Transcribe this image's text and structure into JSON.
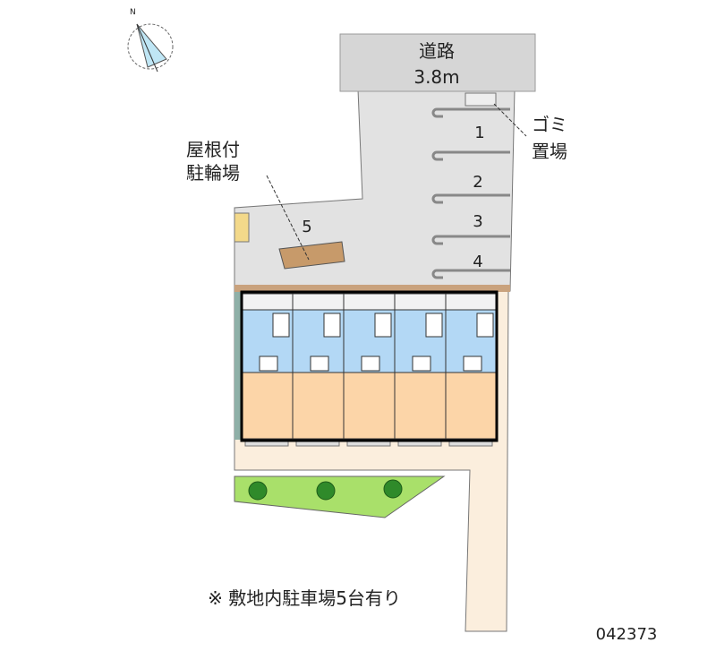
{
  "road": {
    "name": "道路",
    "width": "3.8m"
  },
  "parking": {
    "stalls": [
      "1",
      "2",
      "3",
      "4"
    ]
  },
  "garbage": {
    "line1": "ゴミ",
    "line2": "置場"
  },
  "bicycle": {
    "line1": "屋根付",
    "line2": "駐輪場",
    "number": "5"
  },
  "building": {
    "units": 5
  },
  "note": "※ 敷地内駐車場5台有り",
  "code": "042373",
  "compass": {
    "north": "N"
  },
  "colors": {
    "road": "#d6d6d6",
    "lot": "#e2e2e2",
    "ground": "#fbeedd",
    "lawn": "#a9e06a",
    "wet": "#b3d8f5",
    "room": "#fcd5a8"
  }
}
